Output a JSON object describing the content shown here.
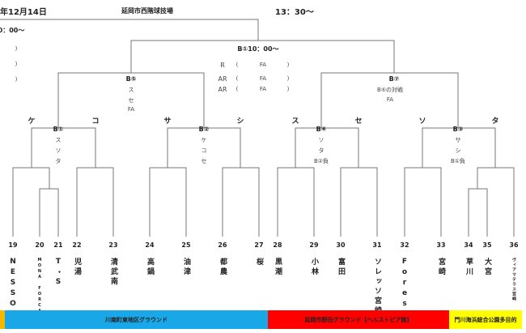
{
  "header": {
    "date": "年12月14日",
    "venue": "延岡市西階球技場",
    "time": "13：30～"
  },
  "left": {
    "time": "0：00～",
    "paren": ")"
  },
  "final": {
    "label": "B①10：00～",
    "officials": [
      {
        "role": "R",
        "open": "(",
        "name": "FA",
        "close": ")"
      },
      {
        "role": "AR",
        "open": "(",
        "name": "FA",
        "close": ")"
      },
      {
        "role": "AR",
        "open": "(",
        "name": "FA",
        "close": ")"
      }
    ]
  },
  "semis": [
    {
      "label": "B⑤",
      "lines": [
        "ス",
        "セ",
        "FA"
      ]
    },
    {
      "label": "B⑦",
      "lines": [
        "B⑤の対戦",
        "FA"
      ]
    }
  ],
  "quarters": [
    {
      "label": "B①",
      "lines": [
        "ス",
        "ソ",
        "タ"
      ],
      "left": "ケ",
      "right": "コ"
    },
    {
      "label": "B②",
      "lines": [
        "ケ",
        "コ",
        "セ"
      ],
      "left": "サ",
      "right": "シ"
    },
    {
      "label": "B④",
      "lines": [
        "ソ",
        "タ",
        "B②負"
      ],
      "left": "ス",
      "right": "セ"
    },
    {
      "label": "B③",
      "lines": [
        "サ",
        "シ",
        "B①負"
      ],
      "left": "ソ",
      "right": "タ"
    }
  ],
  "teams": [
    {
      "no": "19",
      "name": "NESSO"
    },
    {
      "no": "20",
      "name": "MONA FORCA"
    },
    {
      "no": "21",
      "name": "T・S"
    },
    {
      "no": "22",
      "name": "児湯"
    },
    {
      "no": "23",
      "name": "清武南"
    },
    {
      "no": "24",
      "name": "高鍋"
    },
    {
      "no": "25",
      "name": "油津"
    },
    {
      "no": "26",
      "name": "都農"
    },
    {
      "no": "27",
      "name": "桜"
    },
    {
      "no": "28",
      "name": "黒潮"
    },
    {
      "no": "29",
      "name": "小林"
    },
    {
      "no": "30",
      "name": "富田"
    },
    {
      "no": "31",
      "name": "ソレッソ宮崎"
    },
    {
      "no": "32",
      "name": "Forest"
    },
    {
      "no": "33",
      "name": "宮崎"
    },
    {
      "no": "34",
      "name": "草川"
    },
    {
      "no": "35",
      "name": "大宮"
    },
    {
      "no": "36",
      "name": "ヴィアマテラス宮崎"
    }
  ],
  "venues": [
    {
      "name": "川南町東地区グラウンド",
      "color": "#1aa7e8"
    },
    {
      "name": "延岡市野田グラウンド【ヘルストピア館】",
      "color": "#ff0000"
    },
    {
      "name": "門川海浜総合公園多目的",
      "color": "#ffff00"
    }
  ]
}
